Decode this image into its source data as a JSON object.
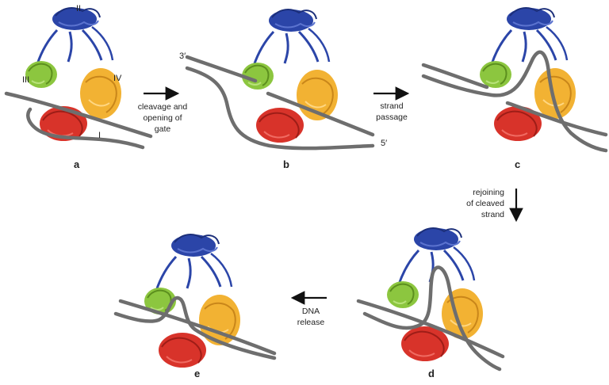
{
  "colors": {
    "domain_I": "#d8332a",
    "domain_II": "#2b45a8",
    "domain_III": "#8cc63f",
    "domain_IV": "#f2b233",
    "dna": "#6e6e6e",
    "arrow": "#111111"
  },
  "domain_labels": {
    "I": "I",
    "II": "II",
    "III": "III",
    "IV": "IV"
  },
  "end_labels": {
    "three_prime": "3′",
    "five_prime": "5′"
  },
  "panels": [
    {
      "id": "a",
      "label": "a"
    },
    {
      "id": "b",
      "label": "b"
    },
    {
      "id": "c",
      "label": "c"
    },
    {
      "id": "d",
      "label": "d"
    },
    {
      "id": "e",
      "label": "e"
    }
  ],
  "steps": [
    {
      "id": "cleavage",
      "lines": [
        "cleavage and",
        "opening of",
        "gate"
      ]
    },
    {
      "id": "passage",
      "lines": [
        "strand",
        "passage"
      ]
    },
    {
      "id": "rejoin",
      "lines": [
        "rejoining",
        "of cleaved",
        "strand"
      ]
    },
    {
      "id": "release",
      "lines": [
        "DNA",
        "release"
      ]
    }
  ]
}
